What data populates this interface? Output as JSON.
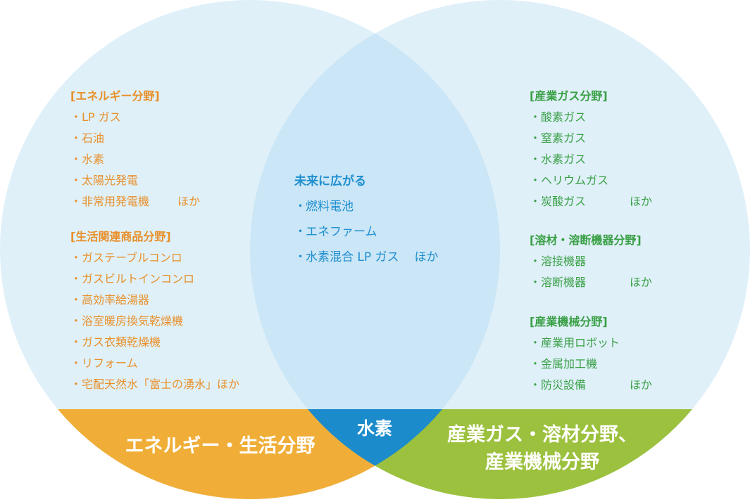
{
  "colors": {
    "circle_fill": "#dff0f9",
    "overlap_fill": "#cbe6f6",
    "orange_band": "#f0ae38",
    "green_band": "#9cc13e",
    "blue_band": "#1c8bcc",
    "orange_text": "#e8902a",
    "green_text": "#3aa046",
    "blue_text": "#1f8fd0"
  },
  "left": {
    "energy": {
      "heading": "[エネルギー分野]",
      "items": [
        "LP ガス",
        "石油",
        "水素",
        "太陽光発電",
        "非常用発電機"
      ],
      "suffix": "ほか"
    },
    "life": {
      "heading": "[生活関連商品分野]",
      "items": [
        "ガステーブルコンロ",
        "ガスビルトインコンロ",
        "高効率給湯器",
        "浴室暖房換気乾燥機",
        "ガス衣類乾燥機",
        "リフォーム",
        "宅配天然水「富士の湧水」ほか"
      ]
    }
  },
  "center": {
    "heading": "未来に広がる",
    "items": [
      "燃料電池",
      "エネファーム",
      "水素混合 LP ガス"
    ],
    "suffix": "ほか"
  },
  "right": {
    "gas": {
      "heading": "[産業ガス分野]",
      "items": [
        "酸素ガス",
        "窒素ガス",
        "水素ガス",
        "ヘリウムガス",
        "炭酸ガス"
      ],
      "suffix": "ほか"
    },
    "welding": {
      "heading": "[溶材・溶断機器分野]",
      "items": [
        "溶接機器",
        "溶断機器"
      ],
      "suffix": "ほか"
    },
    "machinery": {
      "heading": "[産業機械分野]",
      "items": [
        "産業用ロボット",
        "金属加工機",
        "防災設備"
      ],
      "suffix": "ほか"
    }
  },
  "bands": {
    "left_label": "エネルギー・生活分野",
    "center_label": "水素",
    "right_label_line1": "産業ガス・溶材分野、",
    "right_label_line2": "産業機械分野"
  },
  "bullet": "・"
}
